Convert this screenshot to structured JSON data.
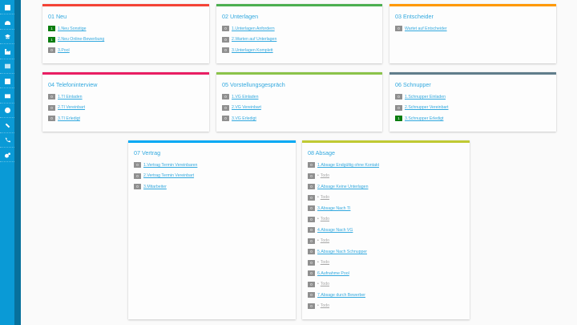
{
  "colors": {
    "sidebar": "#0a9ad6",
    "sidebar_strip": "#07709c",
    "link": "#33a9df",
    "badge_zero": "#8f8f8f",
    "badge_nonzero": "#0a7d10"
  },
  "sidebar": {
    "items": [
      {
        "icon": "grid-icon"
      },
      {
        "icon": "dashboard-icon"
      },
      {
        "icon": "graduation-cap-icon"
      },
      {
        "icon": "industry-icon"
      },
      {
        "icon": "id-card-icon"
      },
      {
        "icon": "table-icon"
      },
      {
        "icon": "envelope-icon"
      },
      {
        "icon": "pie-chart-icon"
      },
      {
        "icon": "link-icon"
      },
      {
        "icon": "phone-icon"
      },
      {
        "icon": "cogs-icon"
      }
    ]
  },
  "cards": [
    {
      "title": "01 Neu",
      "accent": "#f44336",
      "items": [
        {
          "count": "1",
          "label": "1.Neu Sonstige",
          "active": true
        },
        {
          "count": "1",
          "label": "2.Neu Online-Bewerbung",
          "active": true
        },
        {
          "count": "0",
          "label": "3.Pool",
          "active": false
        }
      ]
    },
    {
      "title": "02 Unterlagen",
      "accent": "#4caf50",
      "items": [
        {
          "count": "0",
          "label": "1.Unterlagen Anfordern",
          "active": false
        },
        {
          "count": "0",
          "label": "2.Warten auf Unterlagen",
          "active": false
        },
        {
          "count": "0",
          "label": "3.Unterlagen Komplett",
          "active": false
        }
      ]
    },
    {
      "title": "03 Entscheider",
      "accent": "#ff9800",
      "items": [
        {
          "count": "0",
          "label": "Wartet auf Entscheider",
          "active": false
        }
      ]
    },
    {
      "title": "04 Telefoninterview",
      "accent": "#e91e63",
      "items": [
        {
          "count": "0",
          "label": "1.TI Einladen",
          "active": false
        },
        {
          "count": "0",
          "label": "2.TI Vereinbart",
          "active": false
        },
        {
          "count": "0",
          "label": "3.TI Erledigt",
          "active": false
        }
      ]
    },
    {
      "title": "05 Vorstellungsgespräch",
      "accent": "#8bc34a",
      "items": [
        {
          "count": "0",
          "label": "1.VG Einladen",
          "active": false
        },
        {
          "count": "0",
          "label": "2.VG Vereinbart",
          "active": false
        },
        {
          "count": "0",
          "label": "3.VG Erledigt",
          "active": false
        }
      ]
    },
    {
      "title": "06 Schnupper",
      "accent": "#607d8b",
      "items": [
        {
          "count": "0",
          "label": "1.Schnupper Einladen",
          "active": false
        },
        {
          "count": "0",
          "label": "2.Schnupper Vereinbart",
          "active": false
        },
        {
          "count": "1",
          "label": "3.Schnupper Erledigt",
          "active": true
        }
      ]
    },
    {
      "title": "07 Vertrag",
      "accent": "#03a9f4",
      "items": [
        {
          "count": "0",
          "label": "1.Vertrag Termin Vereinbaren",
          "active": false
        },
        {
          "count": "0",
          "label": "2.Vertrag Termin Vereinbart",
          "active": false
        },
        {
          "count": "0",
          "label": "3.Mitarbeiter",
          "active": false
        }
      ]
    },
    {
      "title": "08 Absage",
      "accent": "#c0ca33",
      "items": [
        {
          "count": "0",
          "label": "1.Absage Endgültig ohne Kontakt",
          "active": false
        },
        {
          "count": "0",
          "label": "Todo",
          "todo": true
        },
        {
          "count": "0",
          "label": "2.Absage Keine Unterlagen",
          "active": false
        },
        {
          "count": "0",
          "label": "Todo",
          "todo": true
        },
        {
          "count": "0",
          "label": "3.Absage Nach TI",
          "active": false
        },
        {
          "count": "0",
          "label": "Todo",
          "todo": true
        },
        {
          "count": "0",
          "label": "4.Absage Nach VG",
          "active": false
        },
        {
          "count": "0",
          "label": "Todo",
          "todo": true
        },
        {
          "count": "0",
          "label": "5.Absage Nach Schnupper",
          "active": false
        },
        {
          "count": "0",
          "label": "Todo",
          "todo": true
        },
        {
          "count": "0",
          "label": "6.Aufnahme Pool",
          "active": false
        },
        {
          "count": "0",
          "label": "Todo",
          "todo": true
        },
        {
          "count": "0",
          "label": "7.Absage durch Bewerber",
          "active": false
        },
        {
          "count": "0",
          "label": "Todo",
          "todo": true
        }
      ]
    }
  ]
}
